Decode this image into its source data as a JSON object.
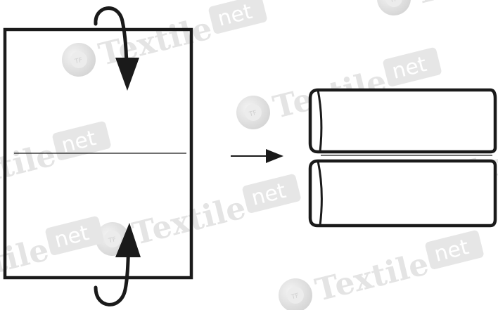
{
  "watermark": {
    "brand": "Textile",
    "badge": "net",
    "logo_monogram": "TF",
    "color": "#e4e4e4",
    "badge_color": "#e6e6e6"
  },
  "diagram": {
    "stroke_color": "#1a1a1a",
    "background": "#ffffff",
    "steps": [
      {
        "name": "unfolded-sheet",
        "fold_line": "center-horizontal",
        "arrows": [
          "fold-top-down",
          "fold-bottom-up"
        ]
      },
      {
        "name": "folded-sheet",
        "fold_line": "center-horizontal"
      }
    ],
    "transition_arrow": "right-arrow-icon"
  }
}
